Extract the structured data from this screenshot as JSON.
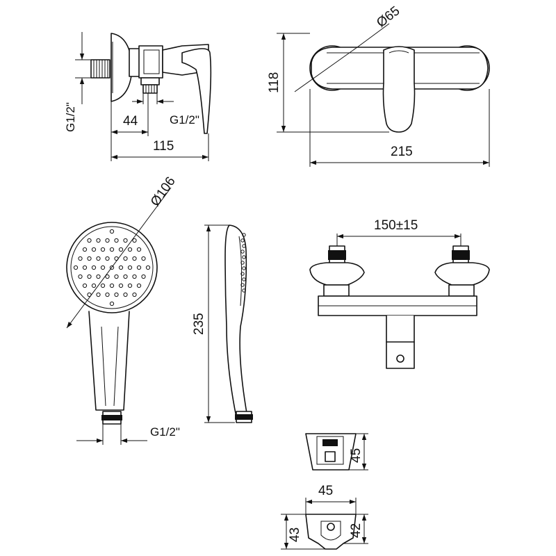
{
  "dimensions": {
    "side_thread": "G1/2\"",
    "side_44": "44",
    "side_outlet_thread": "G1/2\"",
    "side_115": "115",
    "front_diameter": "Ø65",
    "front_118": "118",
    "front_215": "215",
    "head_diameter": "Ø106",
    "handshower_235": "235",
    "handshower_thread": "G1/2\"",
    "spacing": "150±15",
    "holder_height": "45",
    "holder_width": "45",
    "holder_left": "43",
    "holder_right": "42"
  }
}
